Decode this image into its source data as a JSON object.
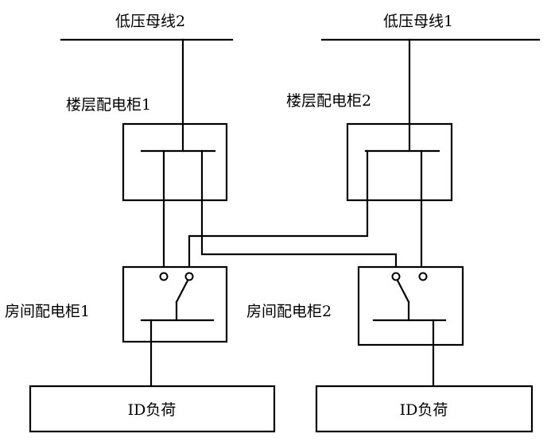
{
  "labels": {
    "bus2": "低压母线2",
    "bus1": "低压母线1",
    "floor_panel_1": "楼层配电柜1",
    "floor_panel_2": "楼层配电柜2",
    "room_panel_1": "房间配电柜1",
    "room_panel_2": "房间配电柜2",
    "load_left": "ID负荷",
    "load_right": "ID负荷"
  }
}
